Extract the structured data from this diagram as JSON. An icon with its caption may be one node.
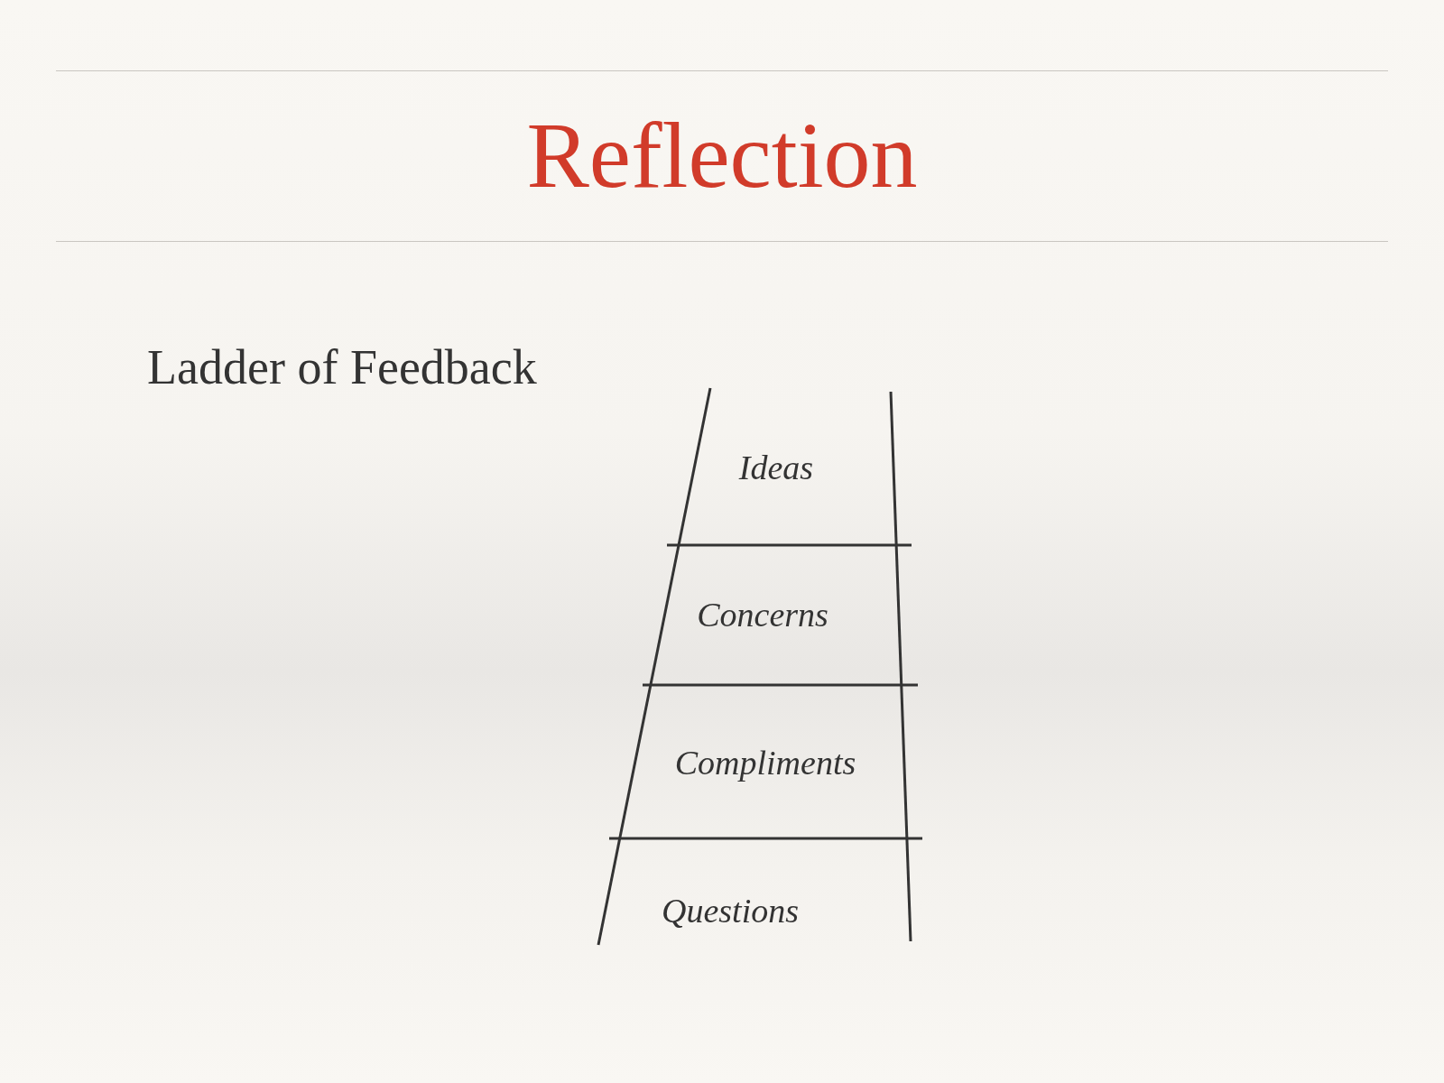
{
  "diagram": {
    "title": "Reflection",
    "labels": [
      "Ladder of Feedback",
      "Ideas",
      "Concerns",
      "Compliments",
      "Questions"
    ]
  }
}
